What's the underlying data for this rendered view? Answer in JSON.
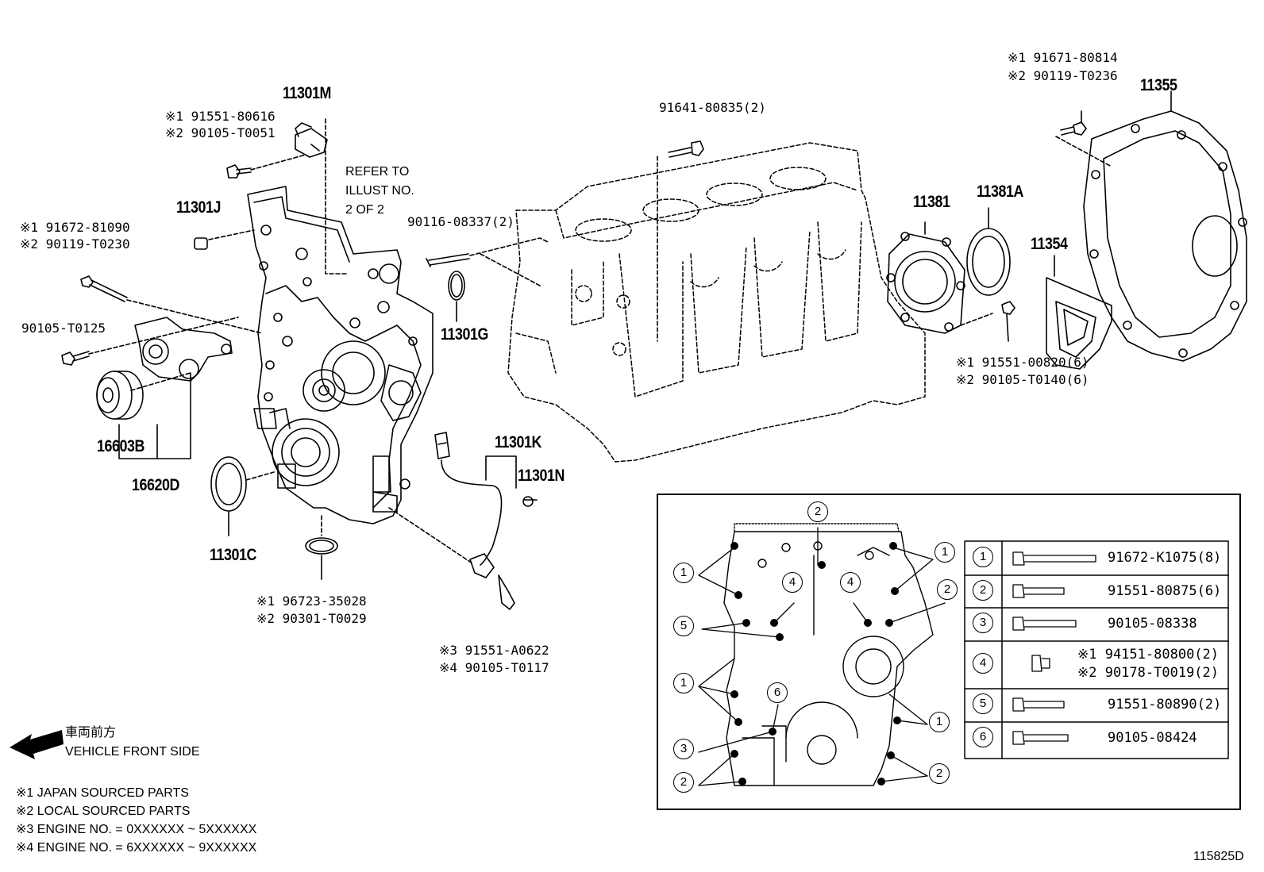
{
  "parts": {
    "p11301M": "11301M",
    "p11301J": "11301J",
    "p11301G": "11301G",
    "p11301K": "11301K",
    "p11301N": "11301N",
    "p11301C": "11301C",
    "p16603B": "16603B",
    "p16620D": "16620D",
    "p11381": "11381",
    "p11381A": "11381A",
    "p11354": "11354",
    "p11355": "11355"
  },
  "callouts": {
    "c_11301m_1": "※1 91551-80616",
    "c_11301m_2": "※2 90105-T0051",
    "c_left_1": "※1 91672-81090",
    "c_left_2": "※2 90119-T0230",
    "c_90105_t0125": "90105-T0125",
    "c_refer_1": "REFER TO",
    "c_refer_2": "ILLUST NO.",
    "c_refer_3": "2 OF 2",
    "c_90116": "90116-08337(2)",
    "c_91641": "91641-80835(2)",
    "c_seal_1": "※1 96723-35028",
    "c_seal_2": "※2 90301-T0029",
    "c_sensor_3": "※3 91551-A0622",
    "c_sensor_4": "※4 90105-T0117",
    "c_rear_1": "※1 91551-00820(6)",
    "c_rear_2": "※2 90105-T0140(6)",
    "c_top_1": "※1 91671-80814",
    "c_top_2": "※2 90119-T0236"
  },
  "front": {
    "kanji": "車両前方",
    "label": "VEHICLE FRONT SIDE"
  },
  "notes": [
    "※1 JAPAN SOURCED PARTS",
    "※2 LOCAL SOURCED PARTS",
    "※3 ENGINE NO. = 0XXXXXX ~ 5XXXXXX",
    "※4 ENGINE NO. = 6XXXXXX ~ 9XXXXXX"
  ],
  "bolt_table": [
    {
      "num": "1",
      "part": "91672-K1075(8)"
    },
    {
      "num": "2",
      "part": "91551-80875(6)"
    },
    {
      "num": "3",
      "part": "90105-08338"
    },
    {
      "num": "4",
      "part_1": "※1 94151-80800(2)",
      "part_2": "※2 90178-T0019(2)"
    },
    {
      "num": "5",
      "part": "91551-80890(2)"
    },
    {
      "num": "6",
      "part": "90105-08424"
    }
  ],
  "inset_markers": [
    "2",
    "1",
    "1",
    "4",
    "4",
    "2",
    "5",
    "1",
    "6",
    "1",
    "3",
    "2",
    "2"
  ],
  "illustration_id": "115825D"
}
